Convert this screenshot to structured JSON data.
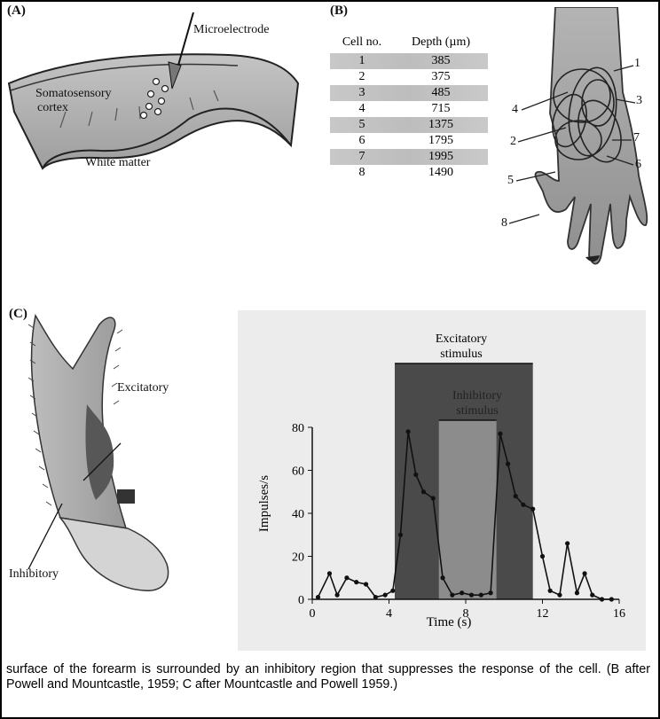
{
  "panels": {
    "a": {
      "letter": "(A)",
      "electrode_label": "Microelectrode",
      "cortex_label_1": "Somatosensory",
      "cortex_label_2": "cortex",
      "white_matter_label": "White matter"
    },
    "b": {
      "letter": "(B)",
      "table": {
        "headers": [
          "Cell no.",
          "Depth (µm)"
        ],
        "rows": [
          [
            "1",
            "385"
          ],
          [
            "2",
            "375"
          ],
          [
            "3",
            "485"
          ],
          [
            "4",
            "715"
          ],
          [
            "5",
            "1375"
          ],
          [
            "6",
            "1795"
          ],
          [
            "7",
            "1995"
          ],
          [
            "8",
            "1490"
          ]
        ]
      },
      "hand_labels": [
        "1",
        "3",
        "7",
        "6",
        "4",
        "2",
        "5",
        "8"
      ]
    },
    "c": {
      "letter": "(C)",
      "excitatory_label": "Excitatory",
      "inhibitory_label": "Inhibitory",
      "excitatory_stimulus_1": "Excitatory",
      "excitatory_stimulus_2": "stimulus",
      "inhibitory_stimulus_1": "Inhibitory",
      "inhibitory_stimulus_2": "stimulus"
    }
  },
  "chart_data": {
    "type": "line",
    "xlabel": "Time (s)",
    "ylabel": "Impulses/s",
    "xlim": [
      0,
      16
    ],
    "ylim": [
      0,
      80
    ],
    "xticks": [
      0,
      4,
      8,
      12,
      16
    ],
    "yticks": [
      0,
      20,
      40,
      60,
      80
    ],
    "excitatory_stimulus_interval": [
      4.3,
      11.5
    ],
    "inhibitory_stimulus_interval": [
      6.6,
      9.6
    ],
    "series": [
      {
        "x": [
          0.3,
          0.9,
          1.3,
          1.8,
          2.3,
          2.8,
          3.3,
          3.8,
          4.2,
          4.6,
          5.0,
          5.4,
          5.8,
          6.3,
          6.8,
          7.3,
          7.8,
          8.3,
          8.8,
          9.3,
          9.8,
          10.2,
          10.6,
          11.0,
          11.5,
          12.0,
          12.4,
          12.9,
          13.3,
          13.8,
          14.2,
          14.6,
          15.1,
          15.6
        ],
        "y": [
          1,
          12,
          2,
          10,
          8,
          7,
          1,
          2,
          4,
          30,
          78,
          58,
          50,
          47,
          10,
          2,
          3,
          2,
          2,
          3,
          77,
          63,
          48,
          44,
          42,
          20,
          4,
          2,
          26,
          3,
          12,
          2,
          0,
          0
        ]
      }
    ]
  },
  "caption": "surface of the forearm is surrounded by an inhibitory region that suppresses the response of the cell. (B after Powell and Mountcastle, 1959; C after Mountcastle and Powell 1959.)",
  "colors": {
    "excitatory_shading": "#4a4a4a",
    "inhibitory_shading": "#8c8c8c",
    "plot_background": "#ececec"
  }
}
